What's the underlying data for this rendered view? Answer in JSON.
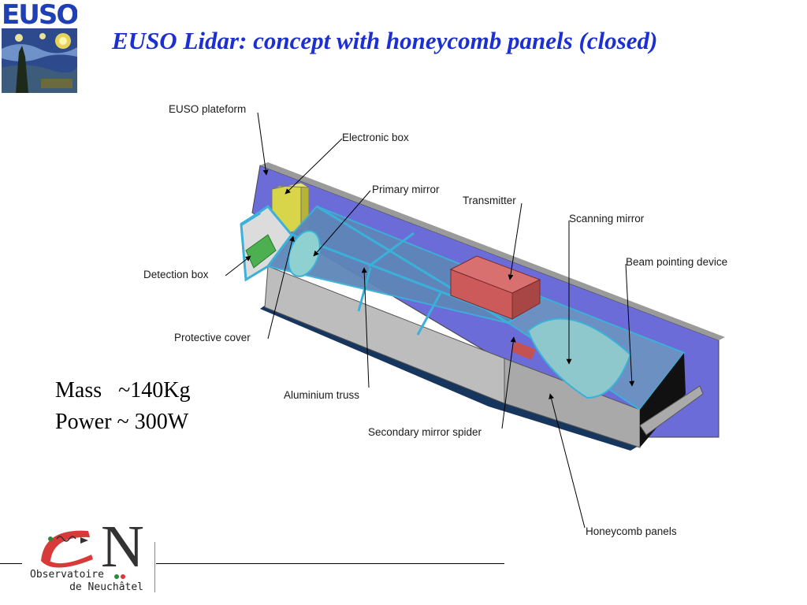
{
  "logo": {
    "text": "EUSO"
  },
  "title": "EUSO Lidar: concept with honeycomb panels (closed)",
  "specs": {
    "mass": "Mass   ~140Kg",
    "power": "Power ~ 300W"
  },
  "diagram_labels": {
    "euso_plateform": "EUSO plateform",
    "electronic_box": "Electronic box",
    "primary_mirror": "Primary mirror",
    "transmitter": "Transmitter",
    "scanning_mirror": "Scanning mirror",
    "beam_pointing_device": "Beam pointing device",
    "detection_box": "Detection box",
    "protective_cover": "Protective cover",
    "aluminium_truss": "Aluminium truss",
    "secondary_mirror_spider": "Secondary mirror spider",
    "honeycomb_panels": "Honeycomb panels"
  },
  "footer": {
    "institute_line1": "Observatoire",
    "institute_line2": "de Neuchâtel",
    "institute_letter": "N"
  },
  "colors": {
    "title": "#1c2fd0",
    "platform": "#6c6cd8",
    "panel_gray": "#b9b9b9",
    "glass": "#5e86b8",
    "transmitter": "#cc5a5a",
    "electronic_box": "#d8d54a",
    "detection_box": "#4caf50"
  }
}
